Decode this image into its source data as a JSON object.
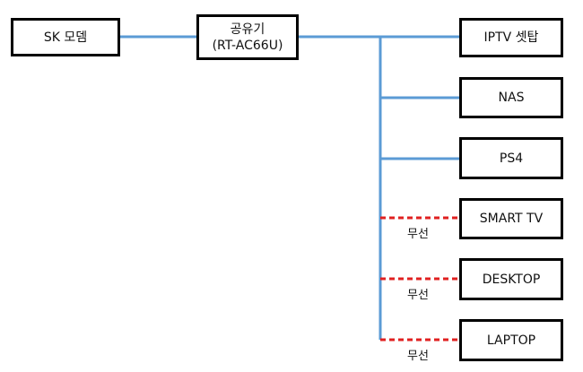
{
  "nodes": {
    "modem": "SK 모뎀",
    "router": [
      "공유기",
      "(RT-AC66U)"
    ],
    "devices": [
      "IPTV 셋탑",
      "NAS",
      "PS4",
      "SMART TV",
      "DESKTOP",
      "LAPTOP"
    ]
  },
  "wireless_label": "무선",
  "colors": {
    "wired": "#5b9bd5",
    "wireless": "#e02020",
    "box_border": "#000000"
  }
}
